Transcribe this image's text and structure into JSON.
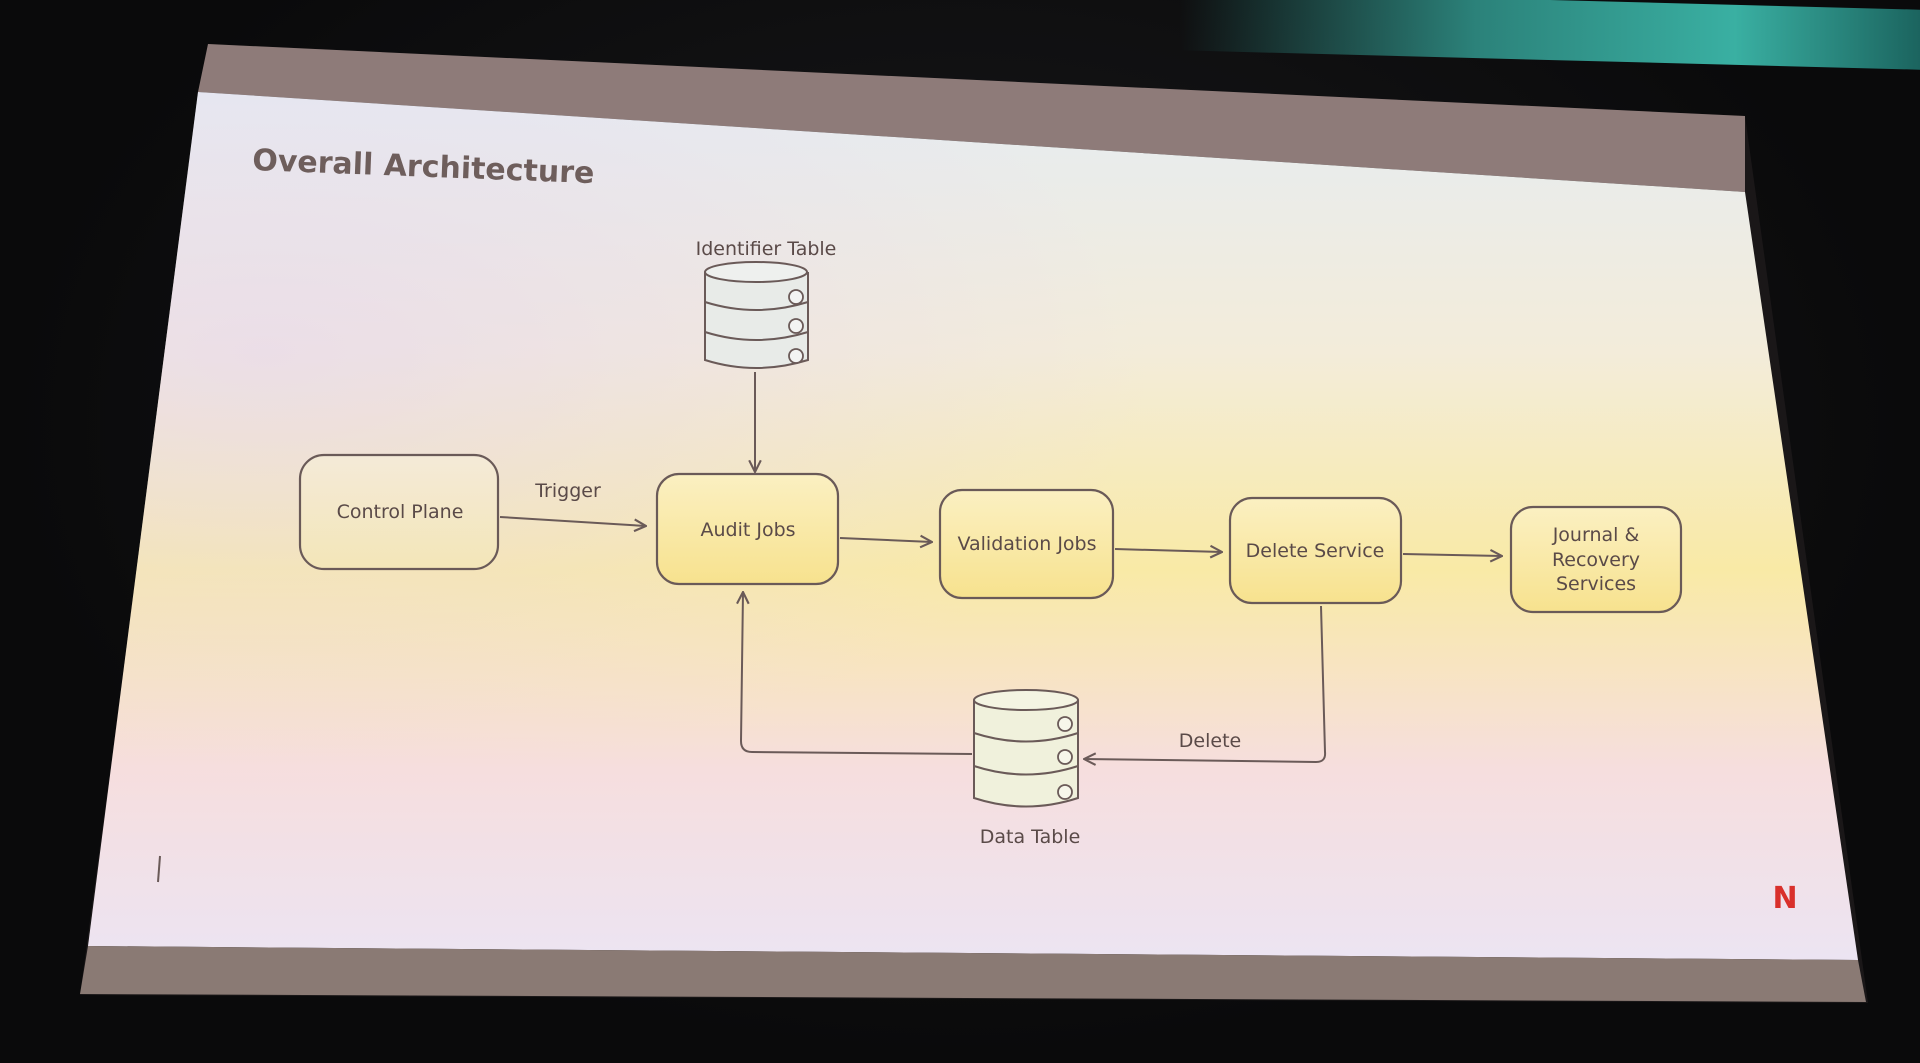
{
  "slide": {
    "title": "Overall Architecture",
    "logo_text": "N"
  },
  "nodes": {
    "control_plane": "Control Plane",
    "audit_jobs": "Audit Jobs",
    "validation_jobs": "Validation Jobs",
    "delete_service": "Delete Service",
    "journal_recovery": [
      "Journal &",
      "Recovery",
      "Services"
    ],
    "identifier_table": "Identifier Table",
    "data_table": "Data Table"
  },
  "edges": {
    "trigger_label": "Trigger",
    "delete_label": "Delete"
  },
  "colors": {
    "node_fill": "#f8e9a4",
    "node_stroke": "#6a5a58",
    "db_fill": "#e8ebe8",
    "logo": "#d9302b"
  }
}
